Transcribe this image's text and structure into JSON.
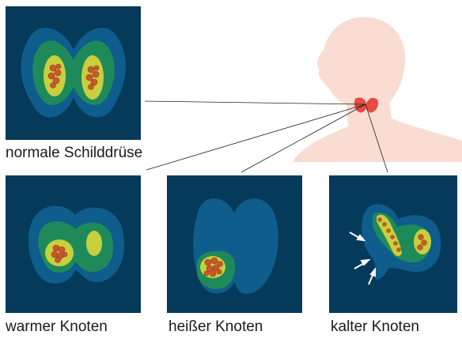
{
  "captions": {
    "normal": "normale Schilddrüse",
    "warm": "warmer Knoten",
    "hot": "heißer Knoten",
    "cold": "kalter Knoten"
  },
  "colors": {
    "background": "#063a5a",
    "level1": "#0e5d8c",
    "level2": "#1e8a5a",
    "level3": "#c8cf3c",
    "nodule": "#c9572e",
    "skin": "#f9ddd2",
    "thyroid": "#e94a43",
    "arrow": "#ffffff"
  },
  "icons": [
    "arrow-icon"
  ]
}
